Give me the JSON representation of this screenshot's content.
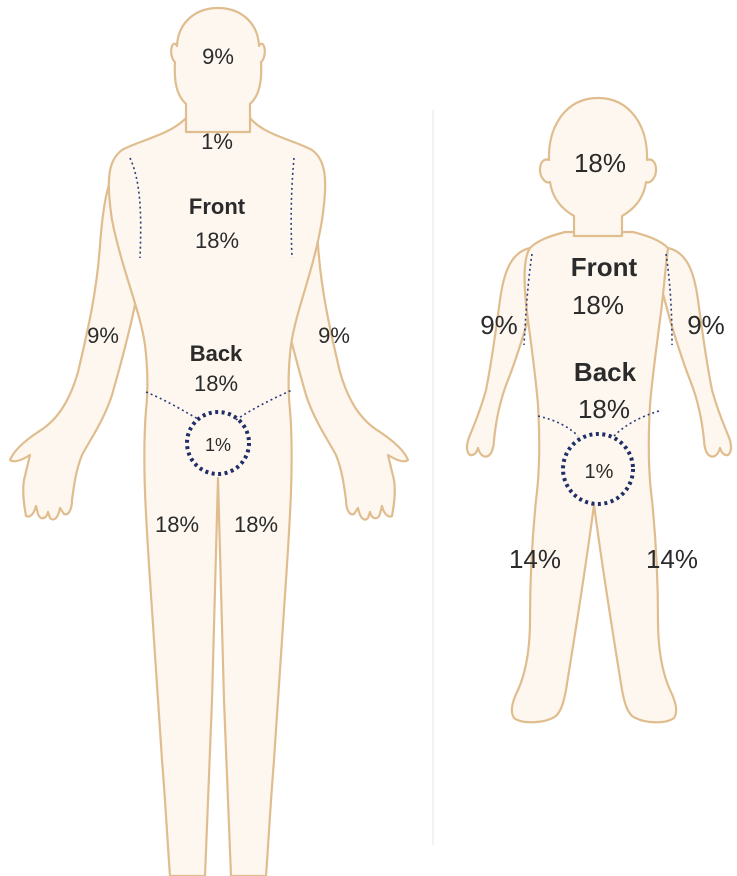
{
  "adult": {
    "head": "9%",
    "neck": "1%",
    "front_title": "Front",
    "front_value": "18%",
    "back_title": "Back",
    "back_value": "18%",
    "arm_left": "9%",
    "arm_right": "9%",
    "groin": "1%",
    "leg_left": "18%",
    "leg_right": "18%"
  },
  "child": {
    "head": "18%",
    "front_title": "Front",
    "front_value": "18%",
    "back_title": "Back",
    "back_value": "18%",
    "arm_left": "9%",
    "arm_right": "9%",
    "groin": "1%",
    "leg_left": "14%",
    "leg_right": "14%"
  },
  "colors": {
    "skin_fill": "#fdf7ef",
    "outline": "#e0bd8f",
    "dotted_line": "#2c3e7a",
    "text": "#2b2b2b"
  }
}
